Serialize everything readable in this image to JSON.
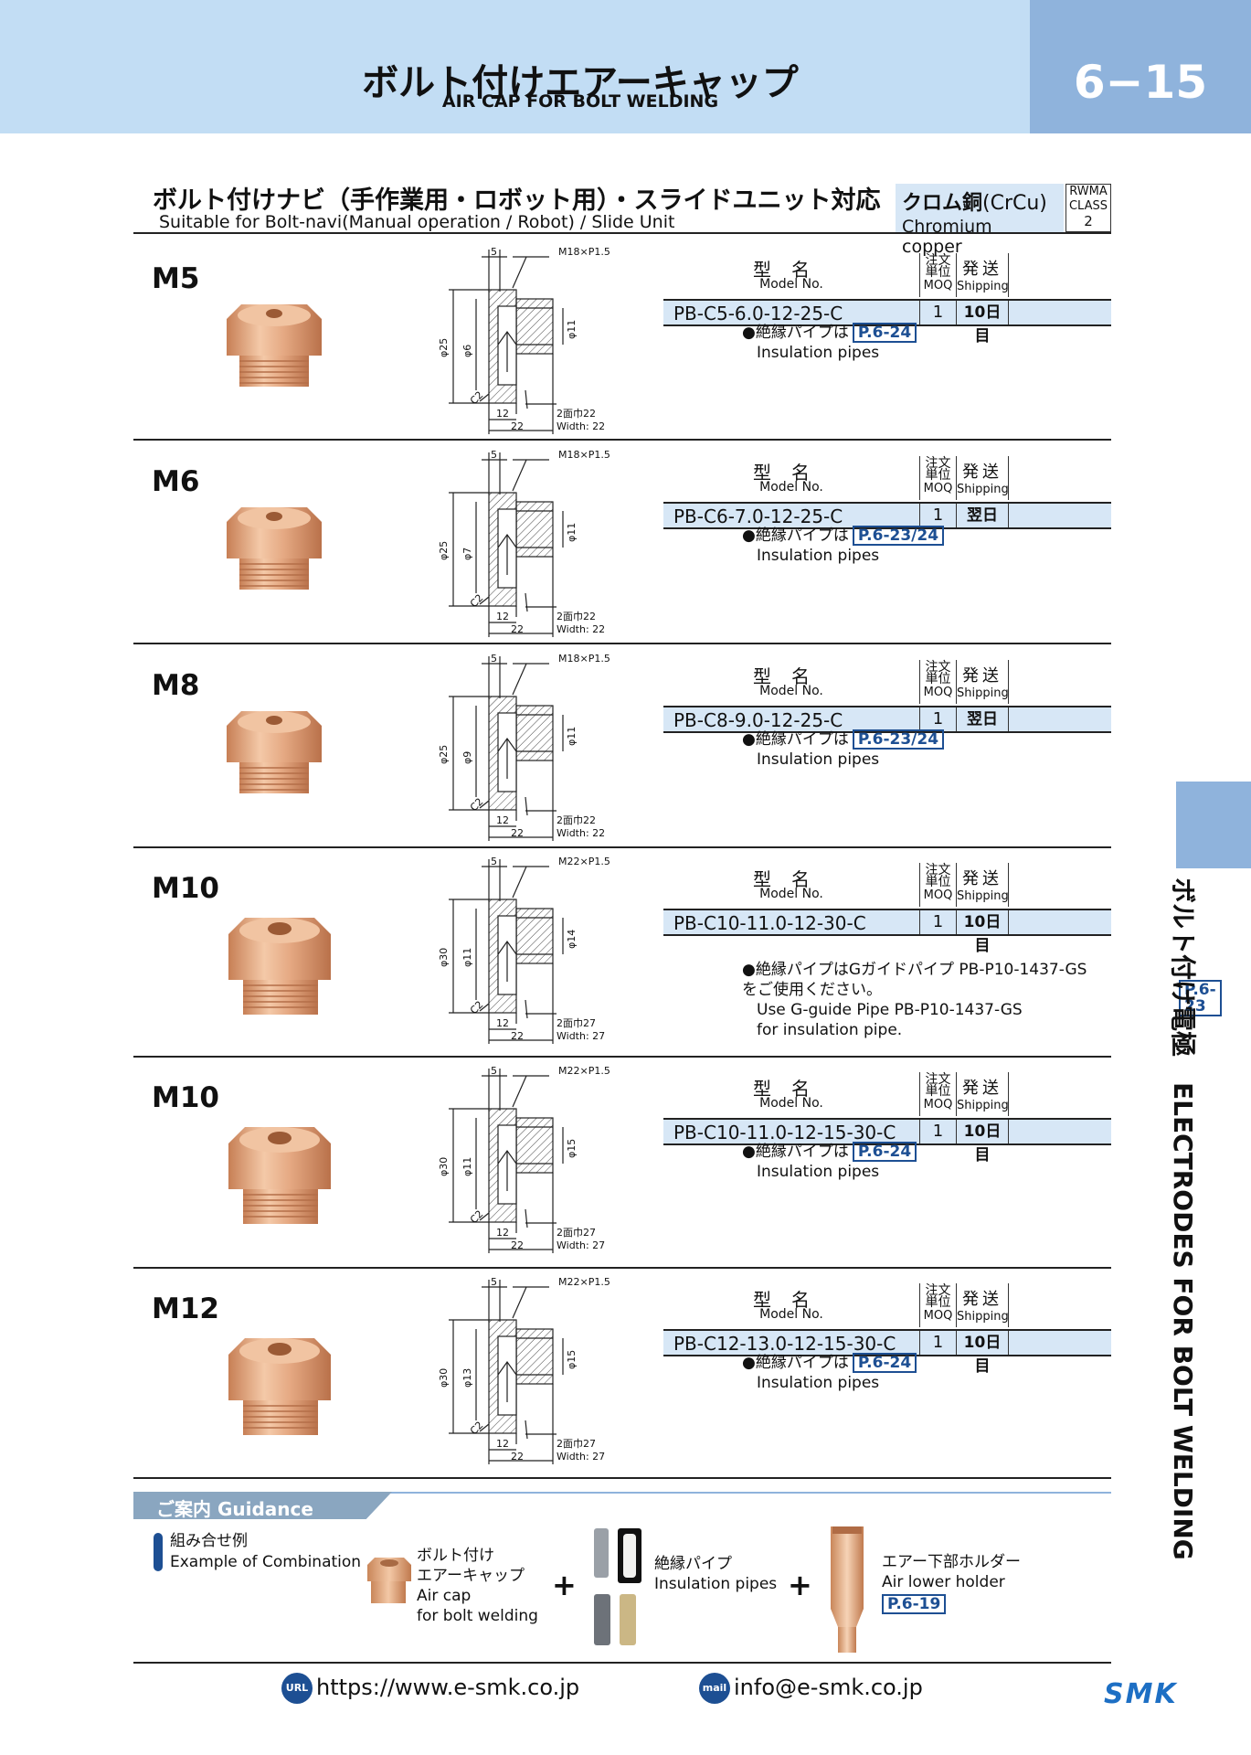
{
  "header": {
    "title": "ボルト付けエアーキャップ",
    "subtitle": "AIR CAP FOR BOLT WELDING",
    "page_number": "6−15"
  },
  "section": {
    "title": "ボルト付けナビ（手作業用・ロボット用）・スライドユニット対応",
    "subtitle": "Suitable for Bolt-navi(Manual operation / Robot) / Slide Unit",
    "material_jp": "クロム銅",
    "material_formula": "(CrCu)",
    "material_en": "Chromium copper",
    "rwma_line1": "RWMA",
    "rwma_line2": "CLASS",
    "rwma_class": "2"
  },
  "table_header": {
    "model_jp": "型名",
    "model_en": "Model No.",
    "moq_jp1": "注文",
    "moq_jp2": "単位",
    "moq_en": "MOQ",
    "ship_jp": "発送",
    "ship_en": "Shipping"
  },
  "products": [
    {
      "size": "M5",
      "model": "PB-C5-6.0-12-25-C",
      "moq": "1",
      "shipping": "10日目",
      "note_jp": "●絶縁パイプは",
      "note_ref": "P.6-24",
      "note_en": "Insulation pipes",
      "dims": {
        "thread": "M18×P1.5",
        "top": "5",
        "outer": "φ25",
        "inner": "φ6",
        "hole": "φ11",
        "chamfer": "C2",
        "d12": "12",
        "d22": "22",
        "width_jp": "2面巾22",
        "width_en": "Width: 22"
      }
    },
    {
      "size": "M6",
      "model": "PB-C6-7.0-12-25-C",
      "moq": "1",
      "shipping": "翌日",
      "note_jp": "●絶縁パイプは",
      "note_ref": "P.6-23/24",
      "note_en": "Insulation pipes",
      "dims": {
        "thread": "M18×P1.5",
        "top": "5",
        "outer": "φ25",
        "inner": "φ7",
        "hole": "φ11",
        "chamfer": "C2",
        "d12": "12",
        "d22": "22",
        "width_jp": "2面巾22",
        "width_en": "Width: 22"
      }
    },
    {
      "size": "M8",
      "model": "PB-C8-9.0-12-25-C",
      "moq": "1",
      "shipping": "翌日",
      "note_jp": "●絶縁パイプは",
      "note_ref": "P.6-23/24",
      "note_en": "Insulation pipes",
      "dims": {
        "thread": "M18×P1.5",
        "top": "5",
        "outer": "φ25",
        "inner": "φ9",
        "hole": "φ11",
        "chamfer": "C2",
        "d12": "12",
        "d22": "22",
        "width_jp": "2面巾22",
        "width_en": "Width: 22"
      }
    },
    {
      "size": "M10",
      "model": "PB-C10-11.0-12-30-C",
      "moq": "1",
      "shipping": "10日目",
      "note_jp": "●絶縁パイプはGガイドパイプ PB-P10-1437-GS",
      "note_jp2": "をご使用ください。",
      "note_ref": "P.6-23",
      "note_en": "Use G-guide Pipe PB-P10-1437-GS",
      "note_en2": "for insulation pipe.",
      "dims": {
        "thread": "M22×P1.5",
        "top": "5",
        "outer": "φ30",
        "inner": "φ11",
        "hole": "φ14",
        "chamfer": "C2",
        "d12": "12",
        "d22": "22",
        "width_jp": "2面巾27",
        "width_en": "Width: 27"
      }
    },
    {
      "size": "M10",
      "model": "PB-C10-11.0-12-15-30-C",
      "moq": "1",
      "shipping": "10日目",
      "note_jp": "●絶縁パイプは",
      "note_ref": "P.6-24",
      "note_en": "Insulation pipes",
      "dims": {
        "thread": "M22×P1.5",
        "top": "5",
        "outer": "φ30",
        "inner": "φ11",
        "hole": "φ15",
        "chamfer": "C2",
        "d12": "12",
        "d22": "22",
        "width_jp": "2面巾27",
        "width_en": "Width: 27"
      }
    },
    {
      "size": "M12",
      "model": "PB-C12-13.0-12-15-30-C",
      "moq": "1",
      "shipping": "10日目",
      "note_jp": "●絶縁パイプは",
      "note_ref": "P.6-24",
      "note_en": "Insulation pipes",
      "dims": {
        "thread": "M22×P1.5",
        "top": "5",
        "outer": "φ30",
        "inner": "φ13",
        "hole": "φ15",
        "chamfer": "C2",
        "d12": "12",
        "d22": "22",
        "width_jp": "2面巾27",
        "width_en": "Width: 27"
      }
    }
  ],
  "side_tab": "ボルト付け電極　ELECTRODES FOR BOLT WELDING",
  "guidance": {
    "title": "ご案内 Guidance",
    "combo_jp": "組み合せ例",
    "combo_en": "Example of Combination",
    "item1_jp1": "ボルト付け",
    "item1_jp2": "エアーキャップ",
    "item1_en1": "Air cap",
    "item1_en2": "for bolt welding",
    "item2_jp": "絶縁パイプ",
    "item2_en": "Insulation pipes",
    "item3_jp": "エアー下部ホルダー",
    "item3_en": "Air lower holder",
    "item3_ref": "P.6-19",
    "plus": "+"
  },
  "footer": {
    "url": "https://www.e-smk.co.jp",
    "email": "info@e-smk.co.jp",
    "url_icon": "URL",
    "mail_icon": "mail",
    "logo": "SMK"
  },
  "colors": {
    "header_light": "#c2ddf4",
    "header_dark": "#8fb3dc",
    "table_fill": "#d7e7f6",
    "ref_blue": "#1d4f93",
    "copper": "#d89a6c"
  }
}
